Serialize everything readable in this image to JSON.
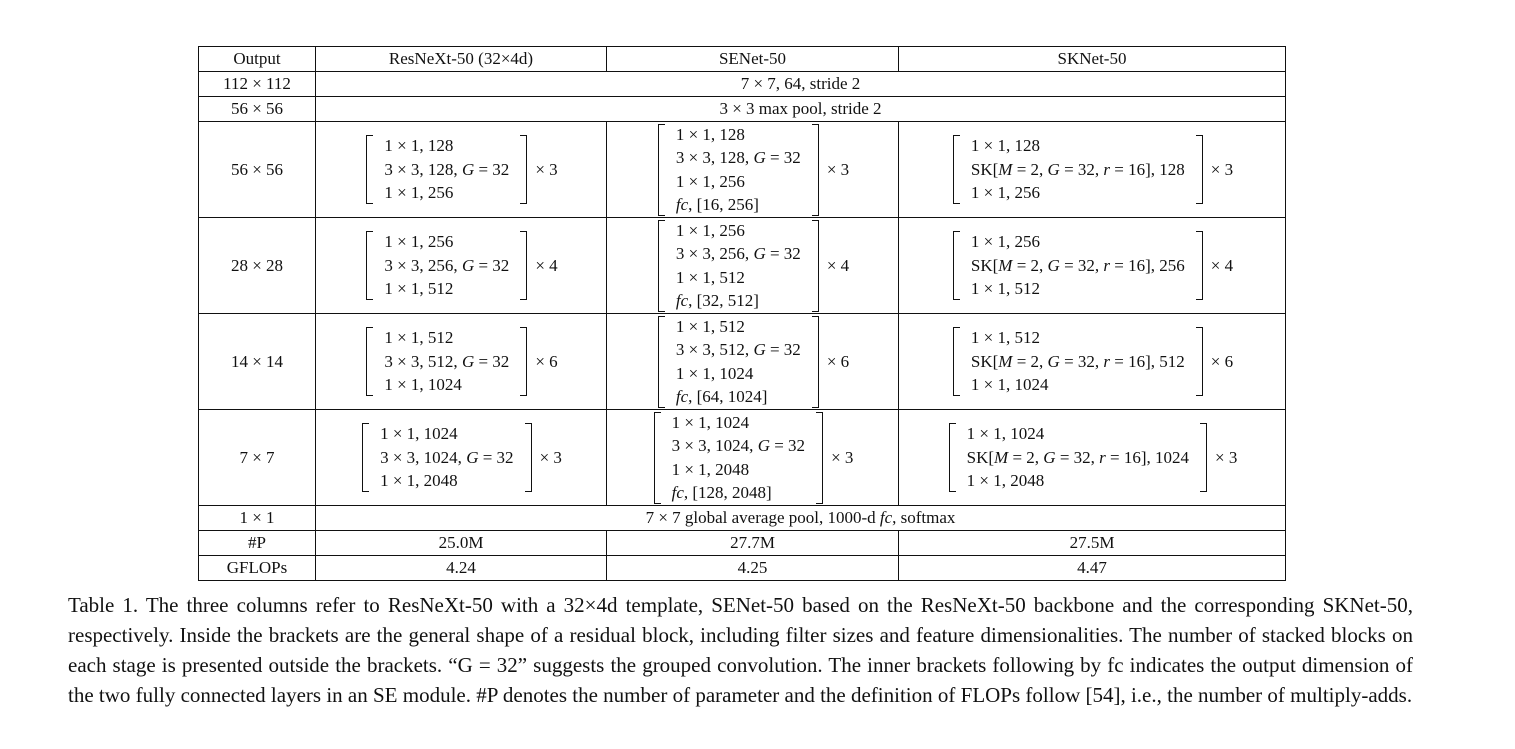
{
  "headers": [
    "Output",
    "ResNeXt-50 (32×4d)",
    "SENet-50",
    "SKNet-50"
  ],
  "conv1": {
    "output": "112 × 112",
    "spec": "7 × 7, 64, stride 2"
  },
  "pool1": {
    "output": "56 × 56",
    "spec": "3 × 3 max pool, stride 2"
  },
  "stages": [
    {
      "output": "56 × 56",
      "resnext": [
        "1 × 1, 128",
        "3 × 3, 128, G = 32",
        "1 × 1, 256"
      ],
      "senet": [
        "1 × 1, 128",
        "3 × 3, 128, G = 32",
        "1 × 1, 256",
        "fc, [16, 256]"
      ],
      "sknet": [
        "1 × 1, 128",
        "SK[M = 2, G = 32, r = 16], 128",
        "1 × 1, 256"
      ],
      "repeat": "× 3"
    },
    {
      "output": "28 × 28",
      "resnext": [
        "1 × 1, 256",
        "3 × 3, 256, G = 32",
        "1 × 1, 512"
      ],
      "senet": [
        "1 × 1, 256",
        "3 × 3, 256, G = 32",
        "1 × 1, 512",
        "fc, [32, 512]"
      ],
      "sknet": [
        "1 × 1, 256",
        "SK[M = 2, G = 32, r = 16], 256",
        "1 × 1, 512"
      ],
      "repeat": "× 4"
    },
    {
      "output": "14 × 14",
      "resnext": [
        "1 × 1, 512",
        "3 × 3, 512, G = 32",
        "1 × 1, 1024"
      ],
      "senet": [
        "1 × 1, 512",
        "3 × 3, 512, G = 32",
        "1 × 1, 1024",
        "fc, [64, 1024]"
      ],
      "sknet": [
        "1 × 1, 512",
        "SK[M = 2, G = 32, r = 16], 512",
        "1 × 1, 1024"
      ],
      "repeat": "× 6"
    },
    {
      "output": "7 × 7",
      "resnext": [
        "1 × 1, 1024",
        "3 × 3, 1024, G = 32",
        "1 × 1, 2048"
      ],
      "senet": [
        "1 × 1, 1024",
        "3 × 3, 1024, G = 32",
        "1 × 1, 2048",
        "fc, [128, 2048]"
      ],
      "sknet": [
        "1 × 1, 1024",
        "SK[M = 2, G = 32, r = 16], 1024",
        "1 × 1, 2048"
      ],
      "repeat": "× 3"
    }
  ],
  "head": {
    "output": "1 × 1",
    "spec": "7 × 7 global average pool, 1000-d fc, softmax"
  },
  "params": {
    "label": "#P",
    "values": [
      "25.0M",
      "27.7M",
      "27.5M"
    ]
  },
  "flops": {
    "label": "GFLOPs",
    "values": [
      "4.24",
      "4.25",
      "4.47"
    ]
  },
  "caption": "Table 1. The three columns refer to ResNeXt-50 with a 32×4d template, SENet-50 based on the ResNeXt-50 backbone and the corresponding SKNet-50, respectively. Inside the brackets are the general shape of a residual block, including filter sizes and feature dimensionalities. The number of stacked blocks on each stage is presented outside the brackets. “G = 32” suggests the grouped convolution. The inner brackets following by fc indicates the output dimension of the two fully connected layers in an SE module. #P denotes the number of parameter and the definition of FLOPs follow [54], i.e., the number of multiply-adds."
}
